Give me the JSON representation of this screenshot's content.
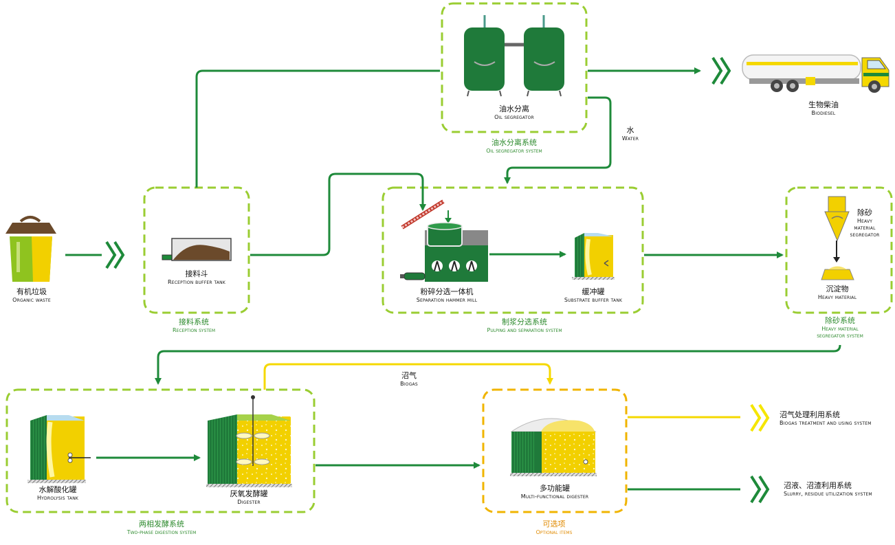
{
  "colors": {
    "green_box": "#9acd32",
    "green_arrow": "#1e8a3a",
    "dark_green": "#1f7a3a",
    "yellow": "#f5d800",
    "orange_box": "#f0b400",
    "system_label": "#2e8b2e",
    "optional_label": "#e08a00"
  },
  "nodes": {
    "organic_waste": {
      "zh": "有机垃圾",
      "en": "Organic waste"
    },
    "reception_tank": {
      "zh": "接料斗",
      "en": "Reception buffer tank"
    },
    "oil_segregator": {
      "zh": "油水分离",
      "en": "Oil segregator"
    },
    "biodiesel": {
      "zh": "生物柴油",
      "en": "Biodiesel"
    },
    "water": {
      "zh": "水",
      "en": "Water"
    },
    "hammer_mill": {
      "zh": "粉碎分选一体机",
      "en": "Separation hammer mill"
    },
    "substrate_tank": {
      "zh": "缓冲罐",
      "en": "Substrate buffer tank"
    },
    "heavy_segregator": {
      "zh": "除砂",
      "en_lines": [
        "Heavy",
        "material",
        "segregator"
      ]
    },
    "heavy_material": {
      "zh": "沉淀物",
      "en": "Heavy material"
    },
    "hydrolysis_tank": {
      "zh": "水解酸化罐",
      "en": "Hydrolysis tank"
    },
    "digester": {
      "zh": "厌氧发酵罐",
      "en": "Digester"
    },
    "biogas": {
      "zh": "沼气",
      "en": "Biogas"
    },
    "multi_digester": {
      "zh": "多功能罐",
      "en": "Multi-functional digester"
    },
    "biogas_treatment": {
      "zh": "沼气处理利用系统",
      "en": "Biogas treatment and using  system"
    },
    "slurry_utilization": {
      "zh": "沼液、沼渣利用系统",
      "en": "Slurry, residue utilization system"
    }
  },
  "systems": {
    "oil_system": {
      "zh": "油水分离系统",
      "en": "Oil segregator system"
    },
    "reception_system": {
      "zh": "接料系统",
      "en": "Reception  system"
    },
    "pulping_system": {
      "zh": "制浆分选系统",
      "en": "Pulping and separation system"
    },
    "heavy_system": {
      "zh": "除砂系统",
      "en_lines": [
        "Heavy material",
        "segregator system"
      ]
    },
    "two_phase_system": {
      "zh": "两相发酵系统",
      "en": "Two-phase digestion system"
    },
    "optional_items": {
      "zh": "可选项",
      "en": "Optional items"
    }
  }
}
